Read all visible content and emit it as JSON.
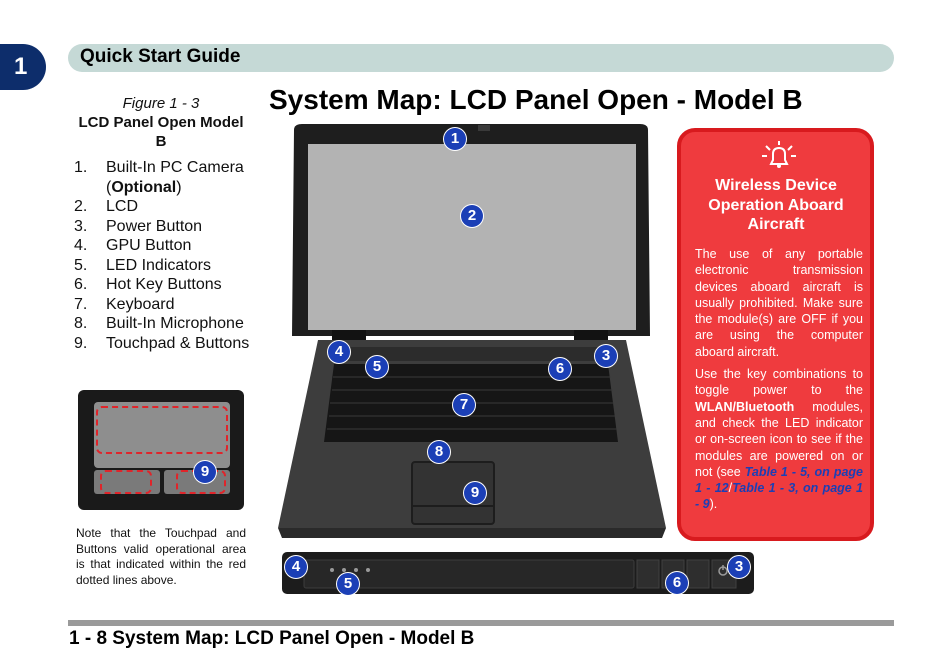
{
  "chapter_number": "1",
  "header": {
    "section": "Quick Start Guide"
  },
  "page_title": "System Map: LCD Panel Open - Model B",
  "figure": {
    "number": "Figure 1 - 3",
    "name": "LCD Panel Open Model B"
  },
  "legend": [
    {
      "num": "1.",
      "text": "Built-In PC Camera (",
      "bold": "Optional",
      "after": ")"
    },
    {
      "num": "2.",
      "text": "LCD"
    },
    {
      "num": "3.",
      "text": "Power Button"
    },
    {
      "num": "4.",
      "text": "GPU Button"
    },
    {
      "num": "5.",
      "text": "LED Indicators"
    },
    {
      "num": "6.",
      "text": "Hot Key Buttons"
    },
    {
      "num": "7.",
      "text": "Keyboard"
    },
    {
      "num": "8.",
      "text": "Built-In Microphone"
    },
    {
      "num": "9.",
      "text": "Touchpad & Buttons"
    }
  ],
  "callouts": {
    "camera": "1",
    "lcd": "2",
    "power": "3",
    "gpu": "4",
    "led": "5",
    "hotkeys": "6",
    "keyboard": "7",
    "microphone": "8",
    "touchpad": "9"
  },
  "touchpad_note": "Note that the Touchpad and Buttons valid operational area is that indicated within the red dotted lines above.",
  "alert": {
    "icon": "alert-bell-icon",
    "title": "Wireless Device Operation Aboard Aircraft",
    "para1": "The use of any portable electronic transmission devices aboard aircraft is usually prohibited. Make sure the module(s) are OFF if you are using the computer aboard aircraft.",
    "para2_start": "Use the key combinations to toggle power to the ",
    "wlan": "WLAN",
    "slash": "/",
    "bluetooth": "Bluetooth",
    "para2_mid": " modules, and check the LED indicator or on-screen icon to see if the modules are powered on or not (see ",
    "link1": "Table 1 - 5, on page 1 - 12",
    "sep": "/",
    "link2": "Table 1 - 3, on page 1 - 9",
    "para2_end": ")."
  },
  "footer": "1 - 8 System Map: LCD Panel Open - Model B",
  "colors": {
    "navy": "#0d2d6b",
    "header_bg": "#c5d9d6",
    "alert_red": "#ef3b3e",
    "badge_blue": "#1b3fb6",
    "dash_red": "#e0242a"
  }
}
